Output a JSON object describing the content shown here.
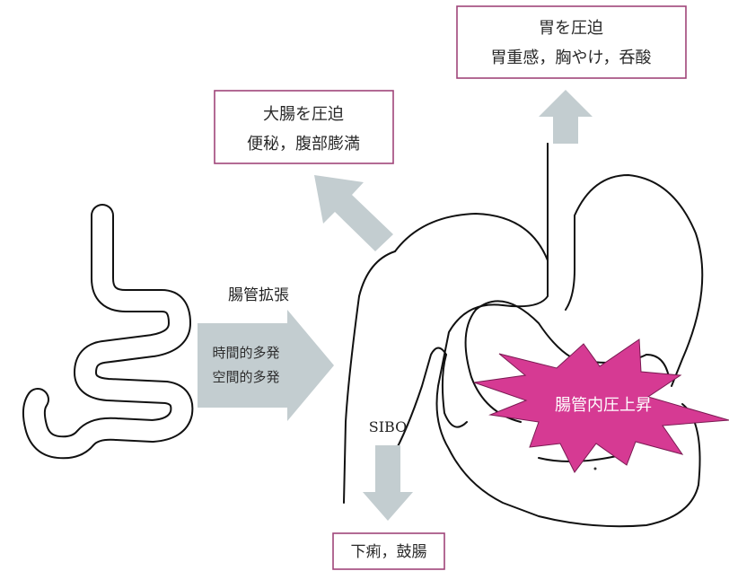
{
  "boxes": {
    "stomach": {
      "title": "胃を圧迫",
      "detail": "胃重感，胸やけ，呑酸"
    },
    "colon": {
      "title": "大腸を圧迫",
      "detail": "便秘，腹部膨満"
    },
    "diarrhea": {
      "title": "下痢，鼓腸"
    }
  },
  "labels": {
    "dilation": "腸管拡張",
    "arrow_line1": "時間的多発",
    "arrow_line2": "空間的多発",
    "sibo": "SIBO",
    "pressure": "腸管内圧上昇"
  },
  "colors": {
    "box_border": "#a0457a",
    "arrow_fill": "#c3cdd0",
    "starburst_fill": "#d63a93",
    "line": "#111111"
  }
}
